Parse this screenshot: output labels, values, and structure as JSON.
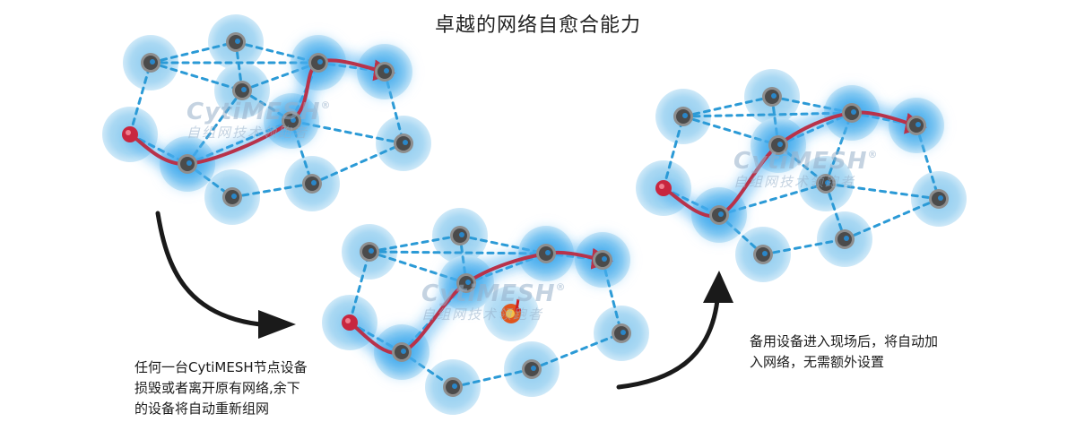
{
  "title": "卓越的网络自愈合能力",
  "caption_left": {
    "line1": "任何一台CytiMESH节点设备",
    "line2": "损毁或者离开原有网络,余下",
    "line3": "的设备将自动重新组网"
  },
  "caption_right": {
    "line1": "备用设备进入现场后，将自动加",
    "line2": "入网络，无需额外设置"
  },
  "watermark": {
    "brand": "CytiMESH",
    "registered": "®",
    "slogan": "自组网技术领跑者"
  },
  "colors": {
    "halo": "#a9d8f3",
    "halo_edge": "#d4ecfa",
    "link": "#2b9ad6",
    "path": "#b8324a",
    "node_core": "#4b4b4b",
    "node_ring": "#8e8e8e",
    "start_node": "#c8263f",
    "failed_node": "#e0551d",
    "arrow": "#1a1a1a"
  }
}
